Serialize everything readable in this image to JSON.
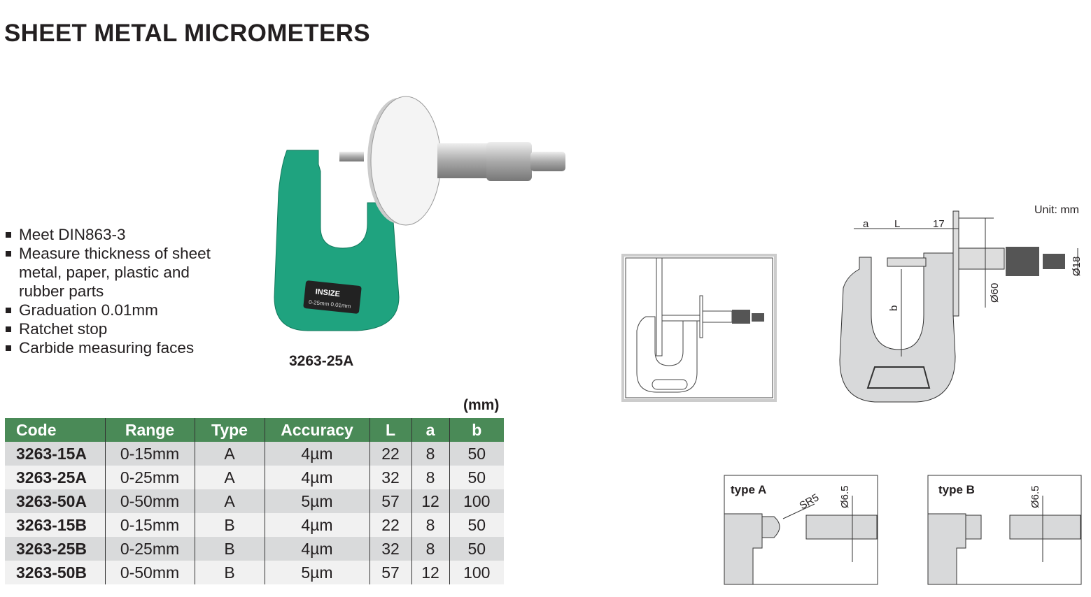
{
  "title": "SHEET METAL MICROMETERS",
  "features": [
    "Meet DIN863-3",
    "Measure thickness of sheet metal, paper, plastic and rubber parts",
    "Graduation 0.01mm",
    "Ratchet stop",
    "Carbide measuring faces"
  ],
  "product_image": {
    "caption": "3263-25A",
    "brand_label": "INSIZE",
    "body_label": "0-25mm 0.01mm"
  },
  "table": {
    "unit": "(mm)",
    "headers": [
      "Code",
      "Range",
      "Type",
      "Accuracy",
      "L",
      "a",
      "b"
    ],
    "rows": [
      [
        "3263-15A",
        "0-15mm",
        "A",
        "4µm",
        "22",
        "8",
        "50"
      ],
      [
        "3263-25A",
        "0-25mm",
        "A",
        "4µm",
        "32",
        "8",
        "50"
      ],
      [
        "3263-50A",
        "0-50mm",
        "A",
        "5µm",
        "57",
        "12",
        "100"
      ],
      [
        "3263-15B",
        "0-15mm",
        "B",
        "4µm",
        "22",
        "8",
        "50"
      ],
      [
        "3263-25B",
        "0-25mm",
        "B",
        "4µm",
        "32",
        "8",
        "50"
      ],
      [
        "3263-50B",
        "0-50mm",
        "B",
        "5µm",
        "57",
        "12",
        "100"
      ]
    ]
  },
  "drawing": {
    "unit": "Unit: mm",
    "dim_a": "a",
    "dim_L": "L",
    "dim_17": "17",
    "dim_b": "b",
    "dim_d60": "Ø60",
    "dim_d18": "Ø18"
  },
  "type_a": {
    "label": "type A",
    "radius": "SR5",
    "diameter": "Ø6.5"
  },
  "type_b": {
    "label": "type B",
    "diameter": "Ø6.5"
  },
  "colors": {
    "header_green": "#4a8a57",
    "frame_green": "#1fa37f"
  }
}
